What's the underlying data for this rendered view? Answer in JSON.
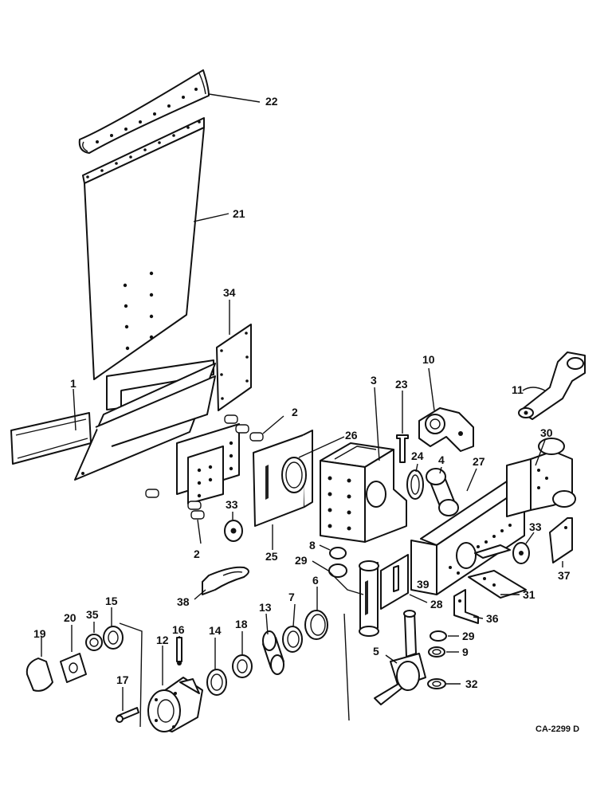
{
  "diagram": {
    "code": "CA-2299 D",
    "callouts": [
      "1",
      "2",
      "2",
      "3",
      "4",
      "5",
      "6",
      "7",
      "8",
      "9",
      "10",
      "11",
      "12",
      "13",
      "14",
      "15",
      "16",
      "17",
      "18",
      "19",
      "20",
      "21",
      "22",
      "23",
      "24",
      "25",
      "26",
      "27",
      "28",
      "29",
      "29",
      "30",
      "31",
      "32",
      "33",
      "33",
      "34",
      "35",
      "36",
      "37",
      "38",
      "39"
    ]
  }
}
